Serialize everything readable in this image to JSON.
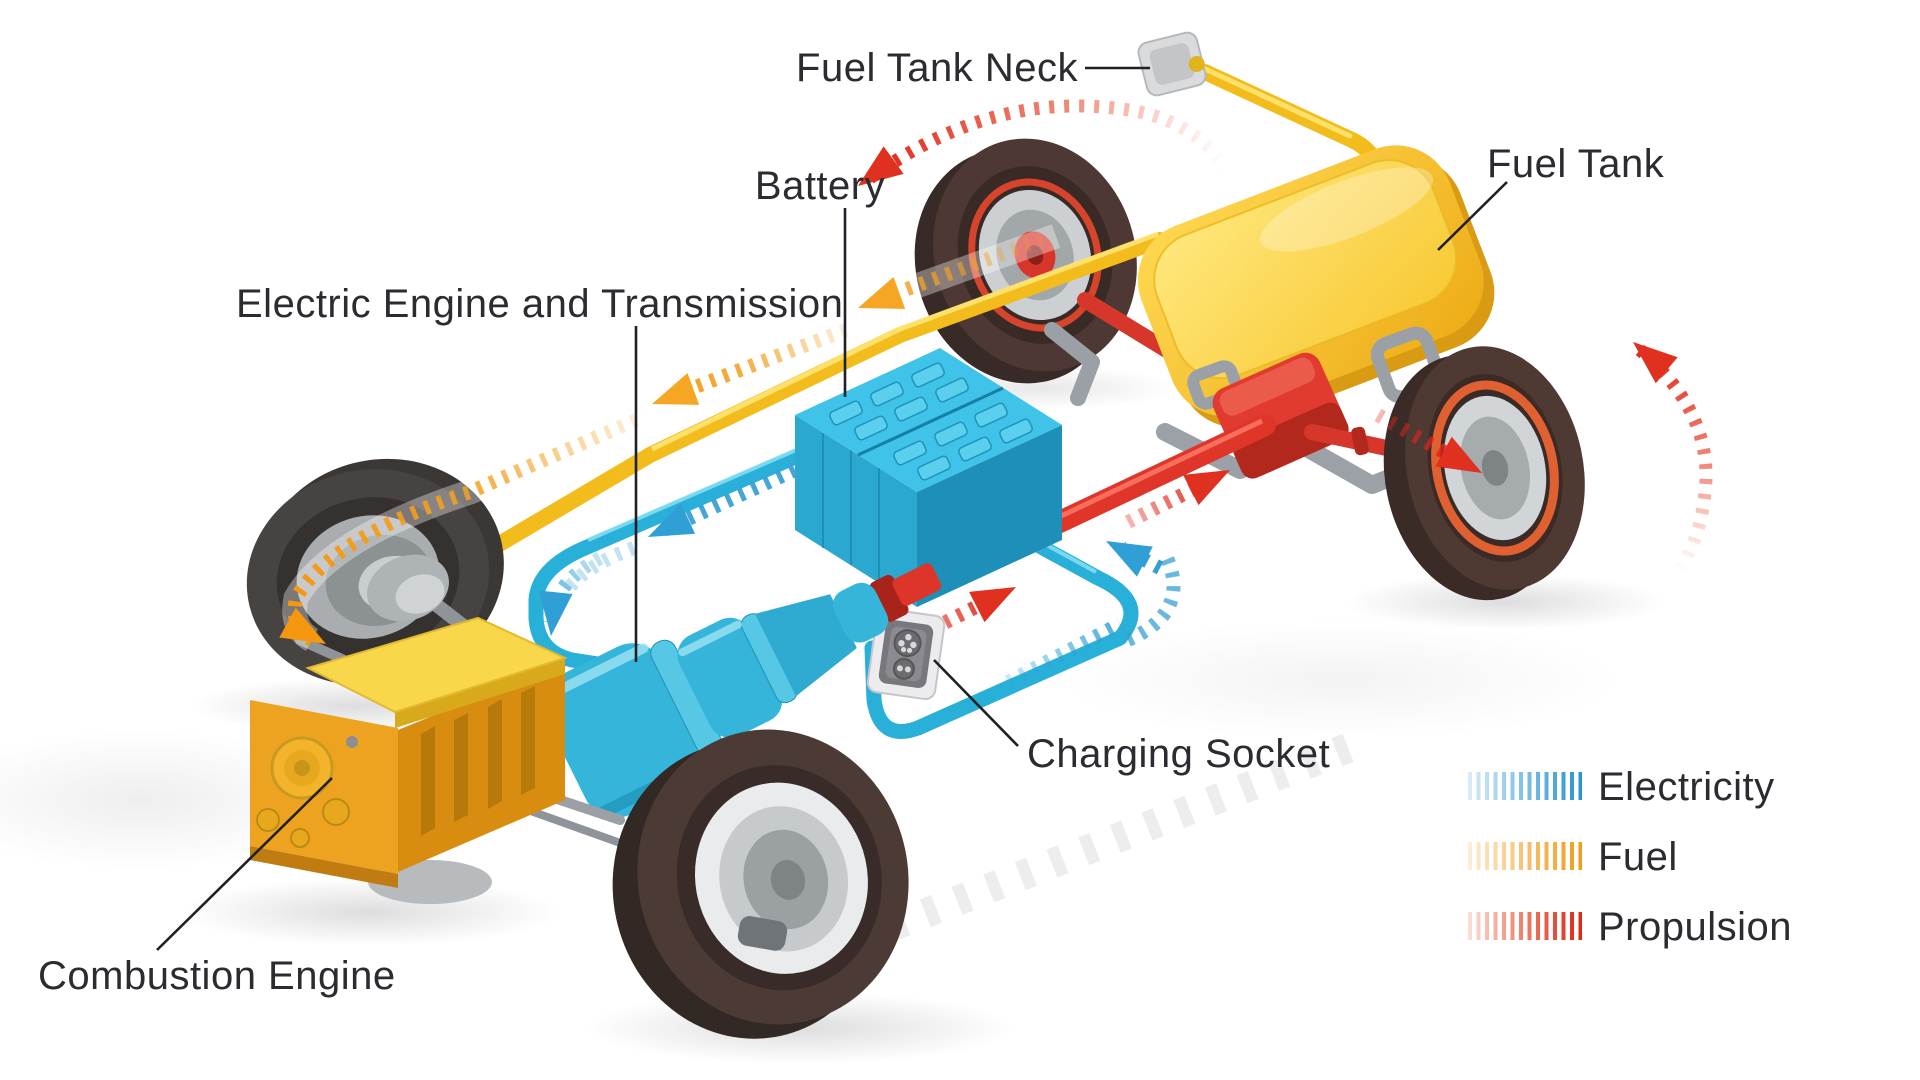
{
  "labels": {
    "fuel_tank_neck": "Fuel Tank Neck",
    "fuel_tank": "Fuel Tank",
    "battery": "Battery",
    "electric_engine_transmission": "Electric Engine and Transmission",
    "charging_socket": "Charging Socket",
    "combustion_engine": "Combustion Engine"
  },
  "legend": {
    "items": [
      {
        "label": "Electricity",
        "color": "#2e9fd4"
      },
      {
        "label": "Fuel",
        "color": "#f2a22b"
      },
      {
        "label": "Propulsion",
        "color": "#e02417"
      }
    ]
  },
  "colors": {
    "background": "#ffffff",
    "label_text": "#2b2b31",
    "leader_line": "#1f1f26",
    "electricity_flow": "#2e9fd4",
    "fuel_flow": "#f2a22b",
    "propulsion_flow": "#e02417",
    "fuel_pipe": "#f2bd1c",
    "fuel_tank": "#f7c830",
    "battery": "#2fb3da",
    "electric_motor": "#39bbdf",
    "drive_shaft": "#e0362a",
    "combustion_engine": "#eea320",
    "tire": "#4c3a34",
    "chassis_gray": "#9aa0a5"
  }
}
